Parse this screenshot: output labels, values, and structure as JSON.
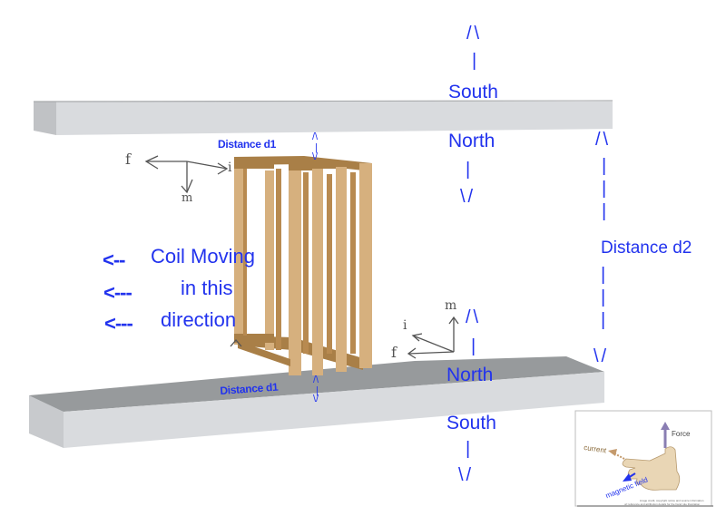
{
  "diagram": {
    "title_hidden": "Coil moving between two magnets",
    "top_magnet": {
      "label_above": "South",
      "label_below": "North"
    },
    "bottom_magnet": {
      "label_above": "North",
      "label_below": "South"
    },
    "distances": {
      "d1_top": "Distance d1",
      "d1_bottom": "Distance d1",
      "d2": "Distance d2"
    },
    "motion_text": {
      "line1": "Coil Moving",
      "line2": "in this",
      "line3": "direction",
      "arrow1": "<--",
      "arrow2": "<---",
      "arrow3": "<---"
    },
    "arrow_glyphs": {
      "up": "/\\",
      "down": "\\/",
      "bar": "|"
    },
    "vector_labels_left": {
      "force": "f",
      "current": "i",
      "field": "m"
    },
    "vector_labels_right": {
      "force": "f",
      "current": "i",
      "field": "m"
    },
    "hand_rule_inset": {
      "force": "Force",
      "current": "current",
      "field": "magnetic field",
      "credit_line1": "image credit, copyright notice and source information",
      "credit_line2": "url reference and attribution details for the hand rule illustration"
    },
    "colors": {
      "annotation_blue": "#2233ee",
      "magnet_face": "#d9dbde",
      "magnet_top_surface": "#979a9c",
      "coil_wood_light": "#d6b07e",
      "coil_wood_dark": "#a97f47",
      "vector_gray": "#555555"
    }
  }
}
